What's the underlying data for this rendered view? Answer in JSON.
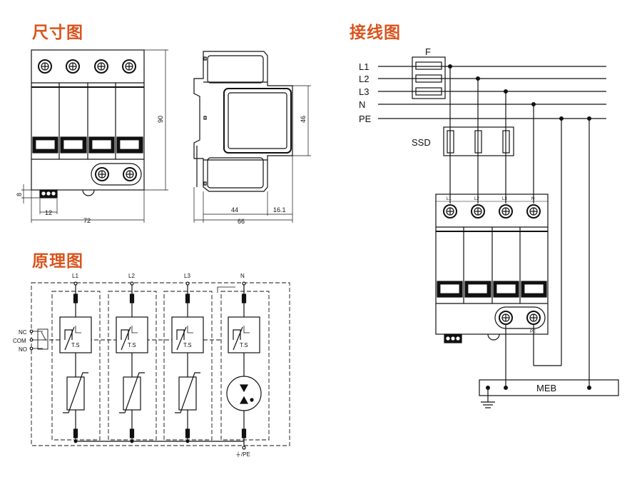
{
  "titles": {
    "dimensions": "尺寸图",
    "wiring": "接线图",
    "schematic": "原理图"
  },
  "dimensions": {
    "height": "90",
    "depth_inner": "46",
    "left_small_h": "8",
    "terminal_w": "12",
    "width": "72",
    "side_a": "44",
    "side_b": "16.1",
    "side_total": "66"
  },
  "wiring": {
    "fuse_label": "F",
    "ssd_label": "SSD",
    "lines": [
      "L1",
      "L2",
      "L3",
      "N",
      "PE"
    ],
    "terminals": [
      "L1",
      "L2",
      "L3",
      "N"
    ],
    "pe_terminal": "PE",
    "meb_label": "MEB"
  },
  "schematic": {
    "phases": [
      "L1",
      "L2",
      "L3",
      "N"
    ],
    "ts": "T.S",
    "contacts": [
      "NC",
      "COM",
      "NO"
    ],
    "ground": "⏚/PE"
  },
  "colors": {
    "title": "#d9541e",
    "line": "#111111"
  }
}
